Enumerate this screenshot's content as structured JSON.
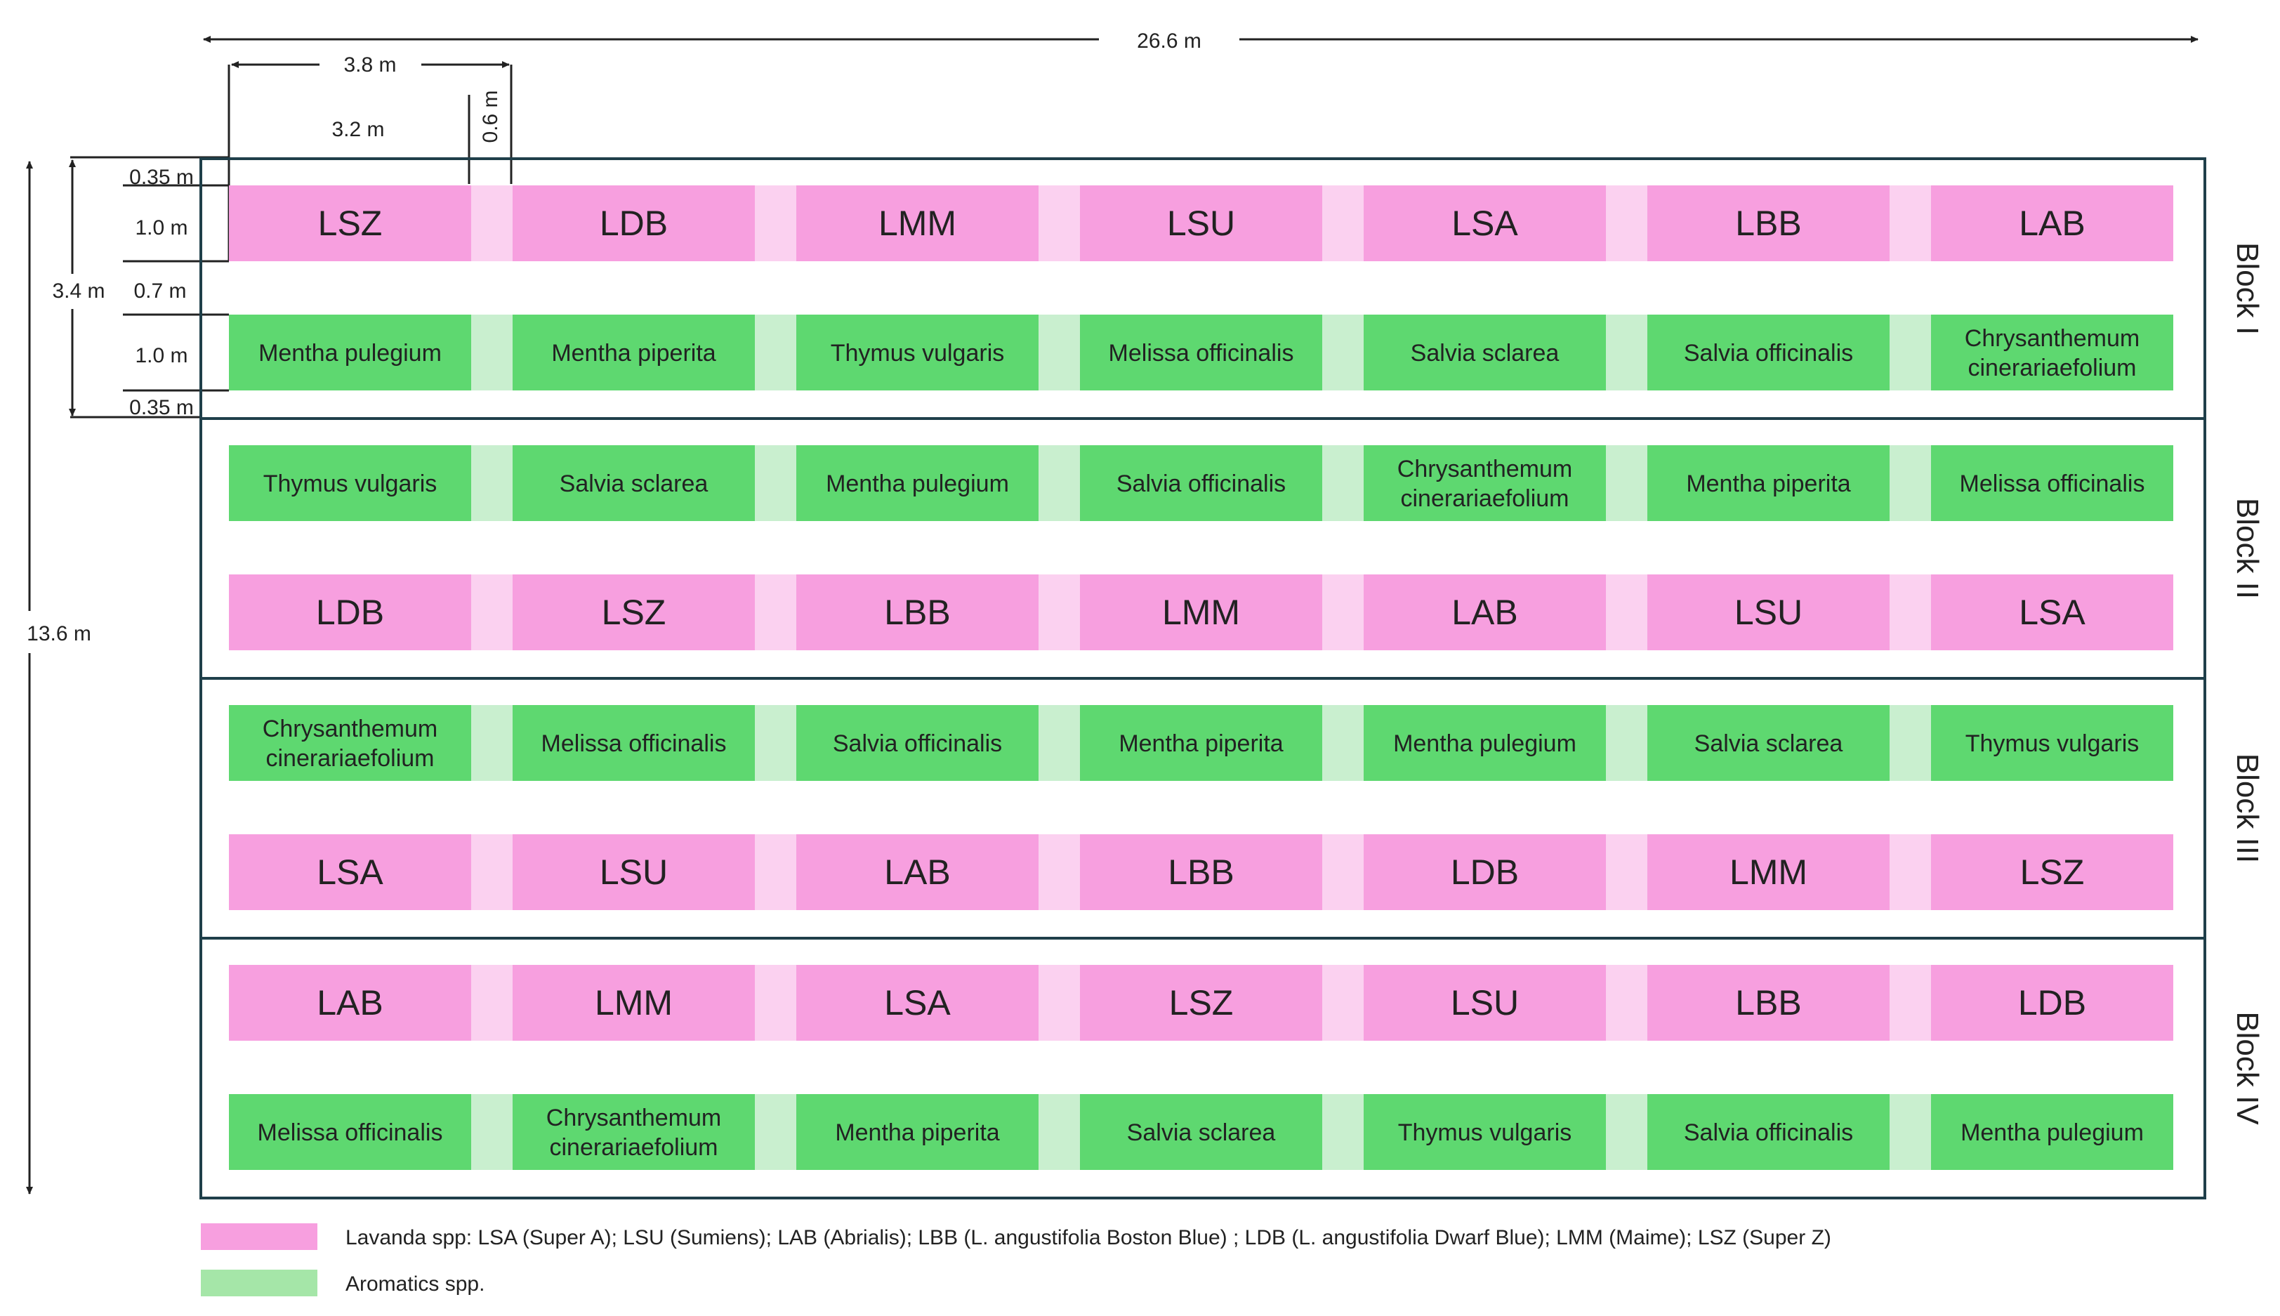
{
  "dimensions": {
    "total_width": "26.6 m",
    "plot_pitch": "3.8 m",
    "plot_width": "3.2 m",
    "gap_width": "0.6 m",
    "edge_top": "0.35 m",
    "row_height_1": "1.0 m",
    "inter_row": "0.7 m",
    "row_height_2": "1.0 m",
    "edge_bottom": "0.35 m",
    "block_height": "3.4 m",
    "total_height": "13.6 m"
  },
  "blocks": [
    {
      "label": "Block I",
      "rows": [
        {
          "type": "lavender",
          "plots": [
            "LSZ",
            "LDB",
            "LMM",
            "LSU",
            "LSA",
            "LBB",
            "LAB"
          ]
        },
        {
          "type": "aromatic",
          "plots": [
            [
              "Mentha pulegium"
            ],
            [
              "Mentha piperita"
            ],
            [
              "Thymus vulgaris"
            ],
            [
              "Melissa officinalis"
            ],
            [
              "Salvia sclarea"
            ],
            [
              "Salvia officinalis"
            ],
            [
              "Chrysanthemum",
              "cinerariaefolium"
            ]
          ]
        }
      ]
    },
    {
      "label": "Block II",
      "rows": [
        {
          "type": "aromatic",
          "plots": [
            [
              "Thymus vulgaris"
            ],
            [
              "Salvia sclarea"
            ],
            [
              "Mentha pulegium"
            ],
            [
              "Salvia officinalis"
            ],
            [
              "Chrysanthemum",
              "cinerariaefolium"
            ],
            [
              "Mentha piperita"
            ],
            [
              "Melissa officinalis"
            ]
          ]
        },
        {
          "type": "lavender",
          "plots": [
            "LDB",
            "LSZ",
            "LBB",
            "LMM",
            "LAB",
            "LSU",
            "LSA"
          ]
        }
      ]
    },
    {
      "label": "Block III",
      "rows": [
        {
          "type": "aromatic",
          "plots": [
            [
              "Chrysanthemum",
              "cinerariaefolium"
            ],
            [
              "Melissa officinalis"
            ],
            [
              "Salvia officinalis"
            ],
            [
              "Mentha piperita"
            ],
            [
              "Mentha pulegium"
            ],
            [
              "Salvia sclarea"
            ],
            [
              "Thymus vulgaris"
            ]
          ]
        },
        {
          "type": "lavender",
          "plots": [
            "LSA",
            "LSU",
            "LAB",
            "LBB",
            "LDB",
            "LMM",
            "LSZ"
          ]
        }
      ]
    },
    {
      "label": "Block IV",
      "rows": [
        {
          "type": "lavender",
          "plots": [
            "LAB",
            "LMM",
            "LSA",
            "LSZ",
            "LSU",
            "LBB",
            "LDB"
          ]
        },
        {
          "type": "aromatic",
          "plots": [
            [
              "Melissa officinalis"
            ],
            [
              "Chrysanthemum",
              "cinerariaefolium"
            ],
            [
              "Mentha piperita"
            ],
            [
              "Salvia sclarea"
            ],
            [
              "Thymus vulgaris"
            ],
            [
              "Salvia officinalis"
            ],
            [
              "Mentha pulegium"
            ]
          ]
        }
      ]
    }
  ],
  "legend": [
    {
      "key": "lavender",
      "text": "Lavanda spp: LSA (Super A); LSU (Sumiens); LAB (Abrialis); LBB (L. angustifolia Boston Blue) ; LDB (L. angustifolia Dwarf Blue); LMM (Maime); LSZ (Super Z)"
    },
    {
      "key": "aromatic",
      "text": "Aromatics spp."
    }
  ],
  "colors": {
    "lavender_plot": "#f79fdf",
    "lavender_gap": "#fbd1f0",
    "aromatic_plot": "#5ed870",
    "aromatic_gap": "#c9efcf",
    "frame": "#1f3f4a",
    "legend_lavender": "#f79fdf",
    "legend_aromatic": "#a5e6a8"
  }
}
